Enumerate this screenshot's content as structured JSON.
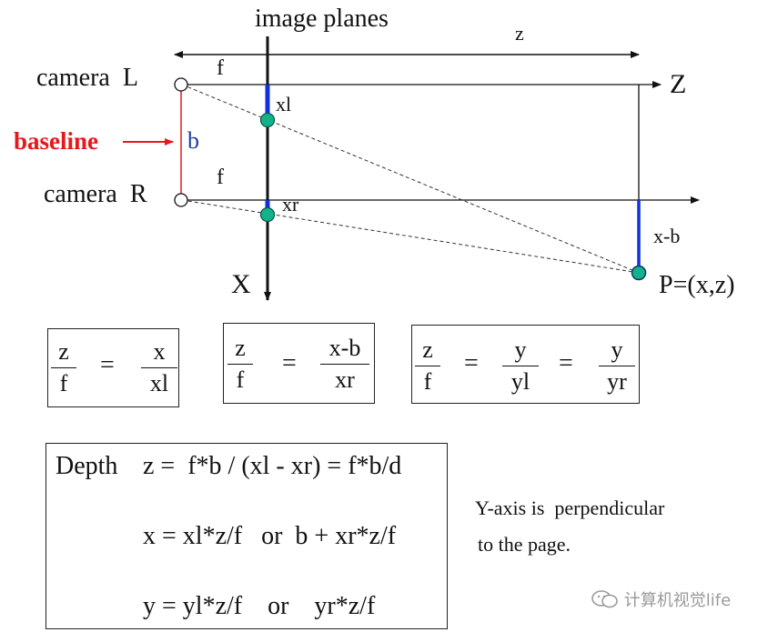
{
  "labels": {
    "title": "image planes",
    "z_top": "z",
    "Z_axis": "Z",
    "camera_L": "camera  L",
    "camera_R": "camera  R",
    "f_top": "f",
    "f_bottom": "f",
    "baseline": "baseline",
    "b": "b",
    "xl": "xl",
    "xr": "xr",
    "X_axis": "X",
    "x_minus_b": "x-b",
    "point_P": "P=(x,z)"
  },
  "equations": {
    "eq1": {
      "lhs_num": "z",
      "lhs_den": "f",
      "rhs_num": "x",
      "rhs_den": "xl",
      "eq": "="
    },
    "eq2": {
      "lhs_num": "z",
      "lhs_den": "f",
      "rhs_num": "x-b",
      "rhs_den": "xr",
      "eq": "="
    },
    "eq3": {
      "lhs_num": "z",
      "lhs_den": "f",
      "mid_num": "y",
      "mid_den": "yl",
      "rhs_num": "y",
      "rhs_den": "yr",
      "eq1": "=",
      "eq2": "="
    }
  },
  "formulas": {
    "depth_label": "Depth",
    "line1": "z =  f*b / (xl - xr) = f*b/d",
    "line2": "x = xl*z/f   or  b + xr*z/f",
    "line3": "y = yl*z/f    or    yr*z/f"
  },
  "note": {
    "line1": "Y-axis is  perpendicular",
    "line2": "to the page."
  },
  "watermark": "计算机视觉life",
  "colors": {
    "baseline_red": "#e8171b",
    "b_blue": "#1f3fa0",
    "segment_blue": "#1030e0",
    "dot_green": "#14b28a",
    "line_black": "#111111"
  }
}
